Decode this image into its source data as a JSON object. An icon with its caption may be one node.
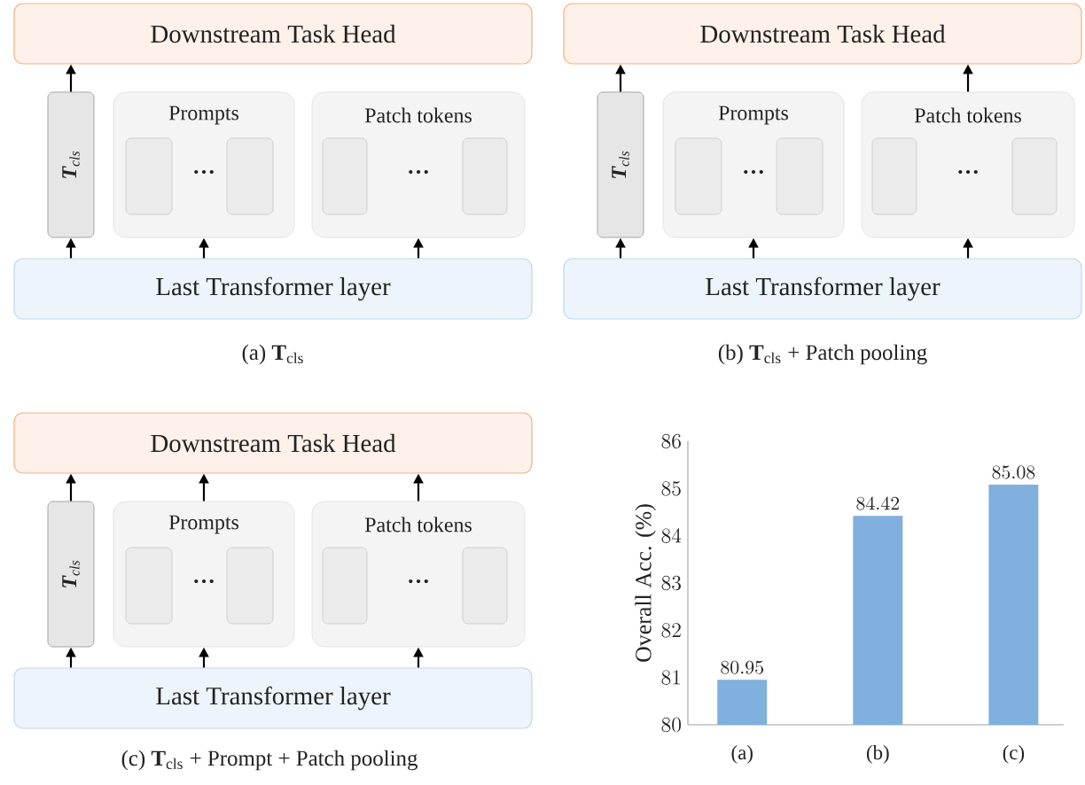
{
  "diagram": {
    "nodes": [
      {
        "text": [
          "Downstream Task Head"
        ]
      },
      {
        "text": [
          "**T**$_{cls}$"
        ]
      },
      {
        "text": [
          "Prompts",
          "…"
        ]
      },
      {
        "text": [],
        "shape": "box",
        "in": 2
      },
      {
        "text": [],
        "shape": "box",
        "in": 2
      },
      {
        "text": [
          "Patch tokens",
          "…"
        ]
      },
      {
        "text": [],
        "shape": "box",
        "in": 5
      },
      {
        "text": [],
        "shape": "box",
        "in": 5
      },
      {
        "text": [
          "Last Transformer layer"
        ]
      },
      {
        "text": [
          "Downstream Task Head"
        ]
      },
      {
        "text": [
          "**T**$_{cls}$"
        ]
      },
      {
        "text": [
          "Prompts",
          "…"
        ]
      },
      {
        "text": [],
        "shape": "box",
        "in": 11
      },
      {
        "text": [],
        "shape": "box",
        "in": 11
      },
      {
        "text": [
          "Patch tokens",
          "…"
        ]
      },
      {
        "text": [],
        "shape": "box",
        "in": 14
      },
      {
        "text": [],
        "shape": "box",
        "in": 14
      },
      {
        "text": [
          "Last Transformer layer"
        ]
      },
      {
        "text": [
          "Downstream Task Head"
        ]
      },
      {
        "text": [
          "**T**$_{cls}$"
        ]
      },
      {
        "text": [
          "Prompts",
          "…"
        ]
      },
      {
        "text": [],
        "shape": "box",
        "in": 20
      },
      {
        "text": [],
        "shape": "box",
        "in": 20
      },
      {
        "text": [
          "Patch tokens",
          "…"
        ]
      },
      {
        "text": [],
        "shape": "box",
        "in": 23
      },
      {
        "text": [],
        "shape": "box",
        "in": 23
      },
      {
        "text": [
          "Last Transformer layer"
        ]
      }
    ],
    "edges": [
      {
        "from": 8,
        "to": 1,
        "arrow": "to"
      },
      {
        "from": 8,
        "to": 2,
        "arrow": "to"
      },
      {
        "from": 8,
        "to": 5,
        "arrow": "to"
      },
      {
        "from": 1,
        "to": 0,
        "arrow": "to"
      },
      {
        "from": 17,
        "to": 10,
        "arrow": "to"
      },
      {
        "from": 17,
        "to": 11,
        "arrow": "to"
      },
      {
        "from": 17,
        "to": 14,
        "arrow": "to"
      },
      {
        "from": 10,
        "to": 9,
        "arrow": "to"
      },
      {
        "from": 14,
        "to": 9,
        "arrow": "to"
      },
      {
        "from": 26,
        "to": 19,
        "arrow": "to"
      },
      {
        "from": 26,
        "to": 20,
        "arrow": "to"
      },
      {
        "from": 26,
        "to": 23,
        "arrow": "to"
      },
      {
        "from": 19,
        "to": 18,
        "arrow": "to"
      },
      {
        "from": 20,
        "to": 18,
        "arrow": "to"
      },
      {
        "from": 23,
        "to": 18,
        "arrow": "to"
      }
    ],
    "labels": [
      "(a) **T**$_{cls}$",
      "(b) **T**$_{cls}$ + Patch pooling",
      "(c) **T**$_{cls}$ + Prompt + Patch pooling"
    ],
    "chart_data": {
      "type": "bar",
      "ylabel": "Overall Acc. (%)",
      "categories": [
        "(a)",
        "(b)",
        "(c)"
      ],
      "series": [
        {
          "color": "#7fb0de",
          "values": [
            80.95,
            84.42,
            85.08
          ]
        }
      ],
      "ylim": [
        80,
        86
      ],
      "yticks": [
        80,
        81,
        82,
        83,
        84,
        85,
        86
      ],
      "data_labels": true
    }
  }
}
